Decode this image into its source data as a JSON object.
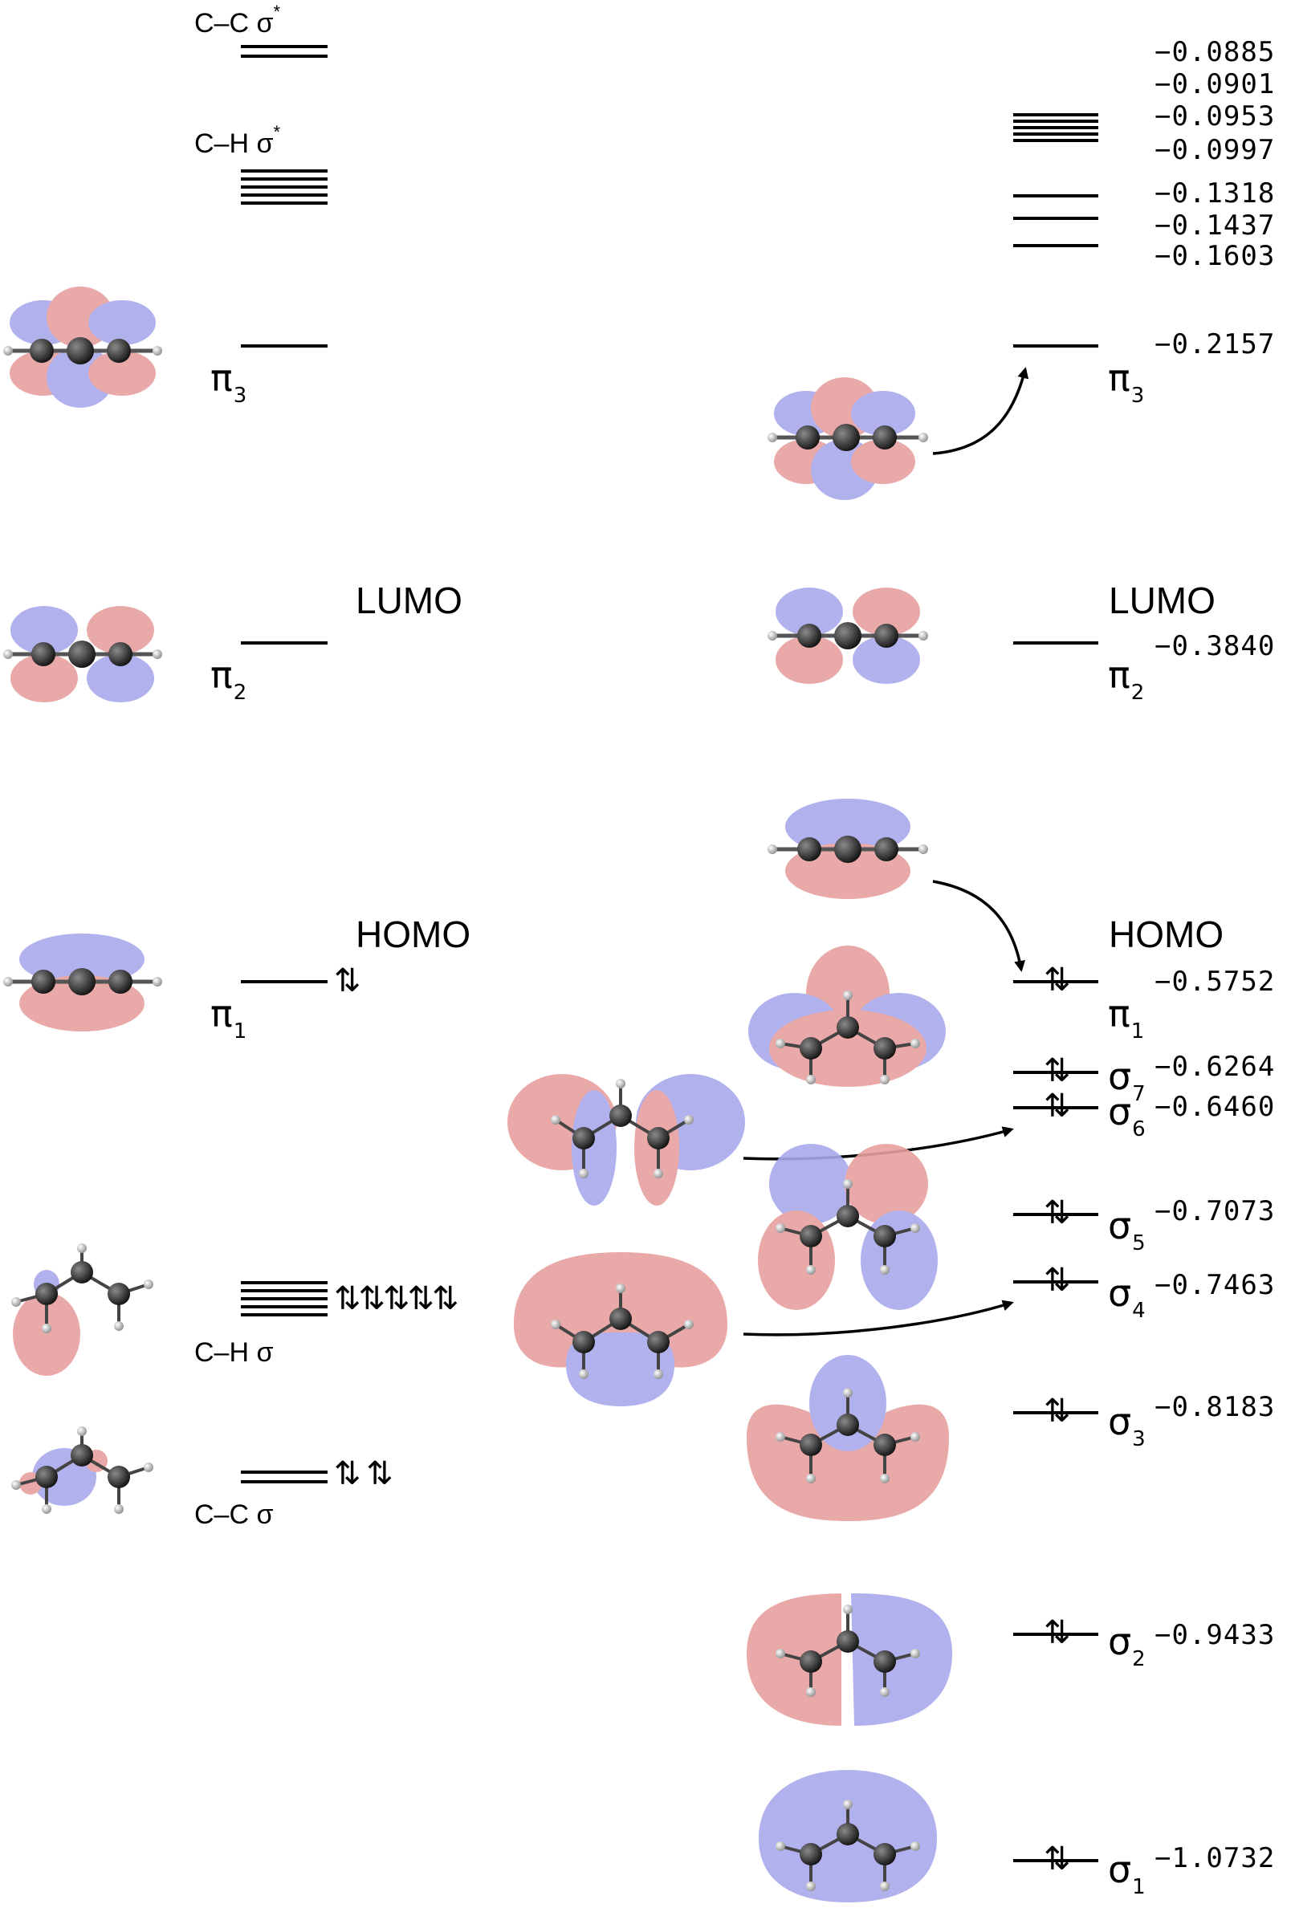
{
  "left_column": {
    "cc_sigma_star": "C–C σ",
    "cc_sigma_star_sup": "*",
    "ch_sigma_star": "C–H σ",
    "ch_sigma_star_sup": "*",
    "pi3": "π",
    "pi3_sub": "3",
    "pi2": "π",
    "pi2_sub": "2",
    "pi1": "π",
    "pi1_sub": "1",
    "lumo": "LUMO",
    "homo": "HOMO",
    "ch_sigma": "C–H σ",
    "cc_sigma": "C–C σ",
    "pi1_electrons": "⇅",
    "ch_sigma_electrons": "⇅⇅⇅⇅⇅",
    "cc_sigma_electrons": "⇅ ⇅"
  },
  "right_column": {
    "lumo": "LUMO",
    "homo": "HOMO",
    "energies": [
      "−0.0885",
      "−0.0901",
      "−0.0953",
      "−0.0997",
      "−0.1318",
      "−0.1437",
      "−0.1603",
      "−0.2157",
      "−0.3840",
      "−0.5752",
      "−0.6264",
      "−0.6460",
      "−0.7073",
      "−0.7463",
      "−0.8183",
      "−0.9433",
      "−1.0732"
    ],
    "orbitals": [
      {
        "sym": "π",
        "sub": "3"
      },
      {
        "sym": "π",
        "sub": "2"
      },
      {
        "sym": "π",
        "sub": "1"
      },
      {
        "sym": "σ",
        "sub": "7"
      },
      {
        "sym": "σ",
        "sub": "6"
      },
      {
        "sym": "σ",
        "sub": "5"
      },
      {
        "sym": "σ",
        "sub": "4"
      },
      {
        "sym": "σ",
        "sub": "3"
      },
      {
        "sym": "σ",
        "sub": "2"
      },
      {
        "sym": "σ",
        "sub": "1"
      }
    ]
  },
  "colors": {
    "lobe_red": "#e8a0a0",
    "lobe_blue": "#a9a9ec",
    "carbon": "#2b2b2b",
    "nitrogen": "#1c1c44",
    "hydrogen": "#d8d8d8"
  }
}
